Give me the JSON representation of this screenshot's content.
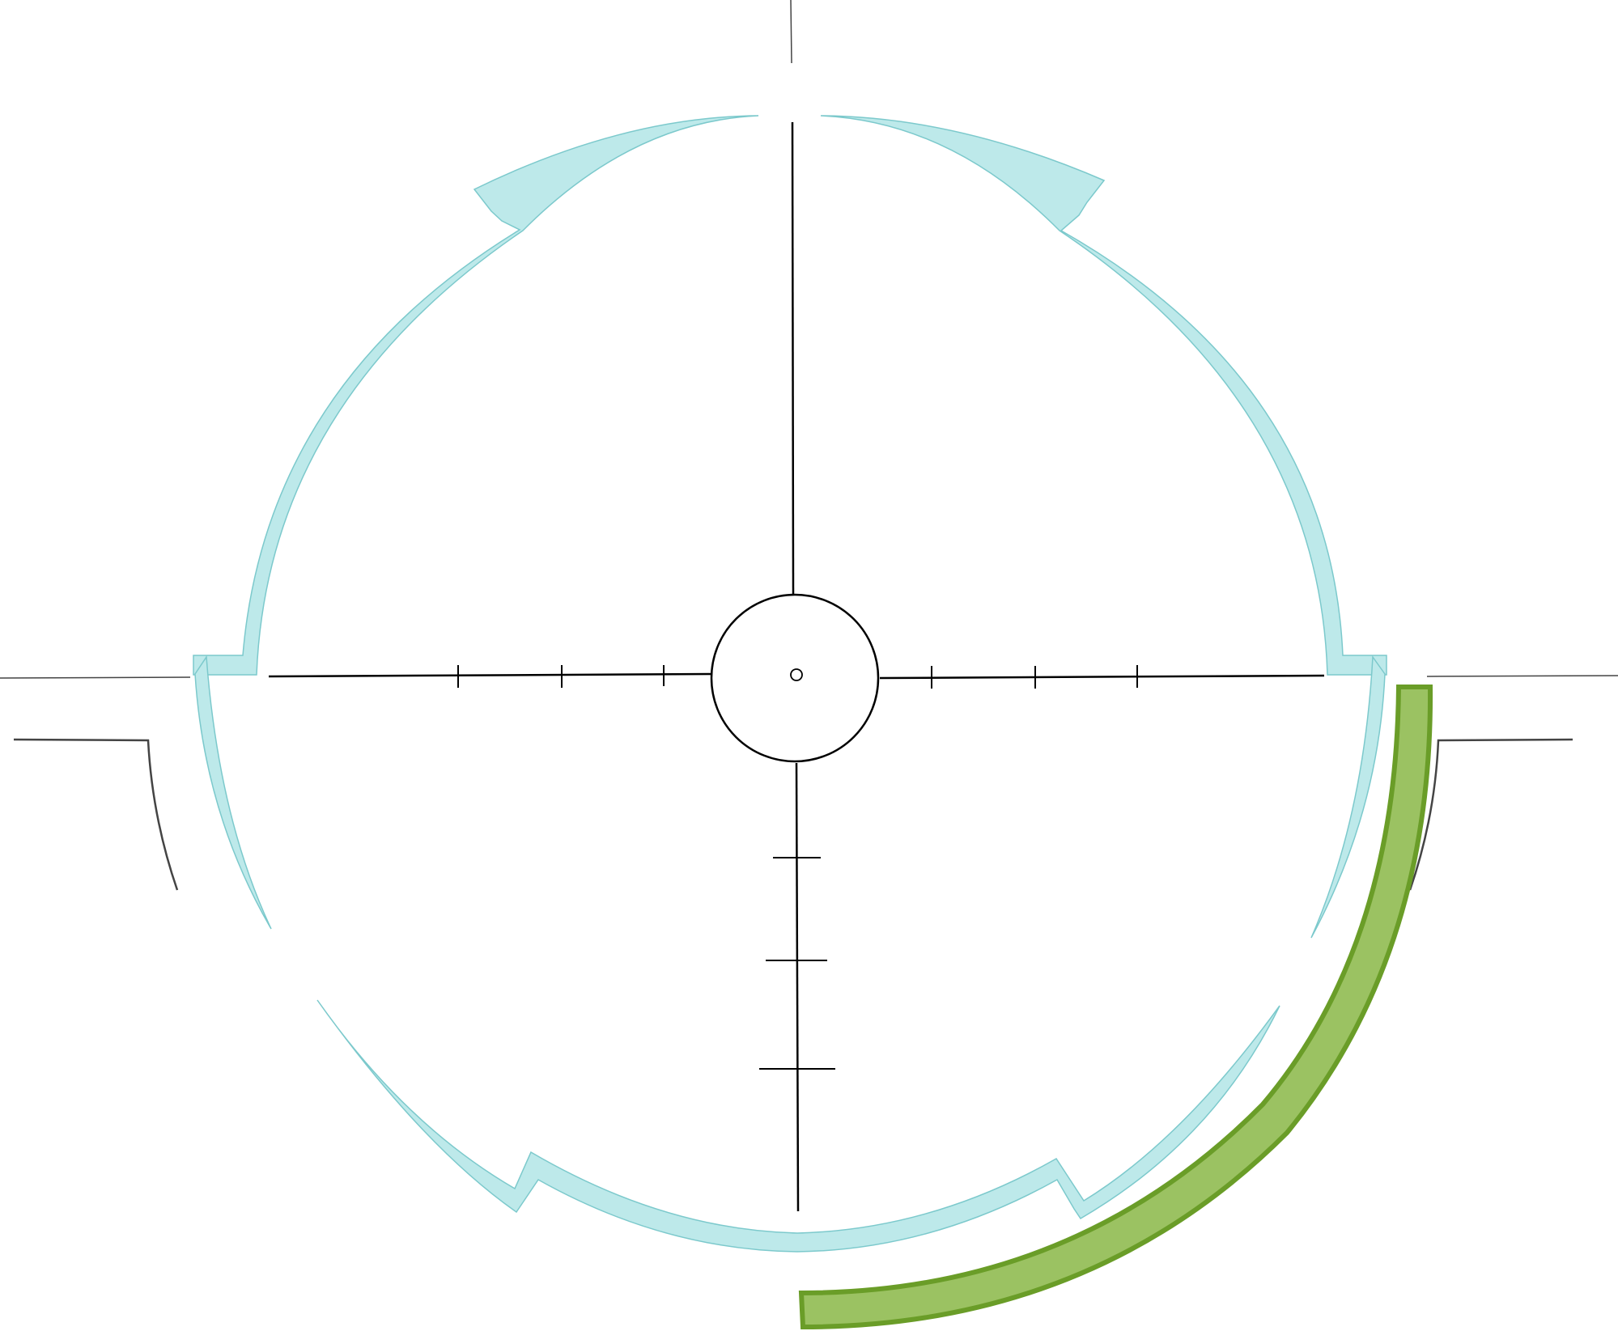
{
  "diagram": {
    "type": "reticle",
    "colors": {
      "crosshair": "#000000",
      "outer_line": "#444444",
      "arc_fill": "#bde9ea",
      "arc_stroke": "#7cc9cc",
      "green_fill": "#9bc262",
      "green_stroke": "#6a9d28"
    },
    "horizontal_ticks_per_side": 3,
    "vertical_ticks_below": 3,
    "has_center_circle": true,
    "has_center_dot": true,
    "has_green_arc": true
  }
}
